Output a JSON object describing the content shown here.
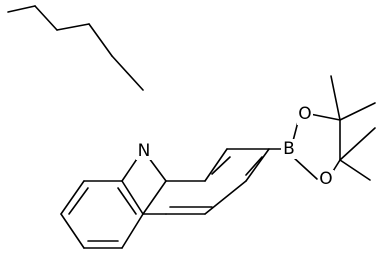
{
  "molecule": {
    "atom_labels": {
      "nitrogen": "N",
      "boron": "B",
      "oxygen_top": "O",
      "oxygen_bottom": "O"
    },
    "colors": {
      "bond": "#000000",
      "background": "#ffffff"
    }
  }
}
